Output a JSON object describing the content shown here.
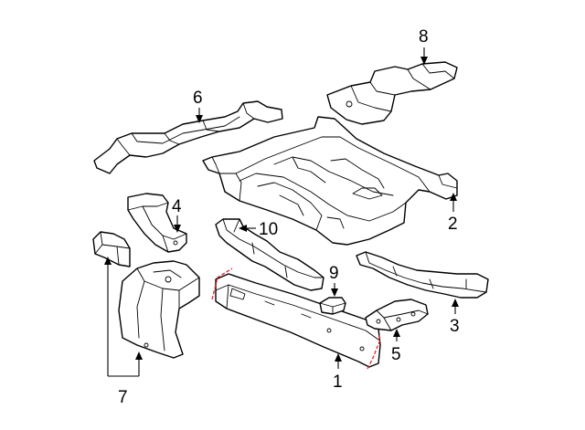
{
  "callouts": {
    "c1": "1",
    "c2": "2",
    "c3": "3",
    "c4": "4",
    "c5": "5",
    "c6": "6",
    "c7": "7",
    "c8": "8",
    "c9": "9",
    "c10": "10"
  },
  "colors": {
    "line": "#000000",
    "cut_marker": "#e8202a",
    "background": "#ffffff"
  }
}
